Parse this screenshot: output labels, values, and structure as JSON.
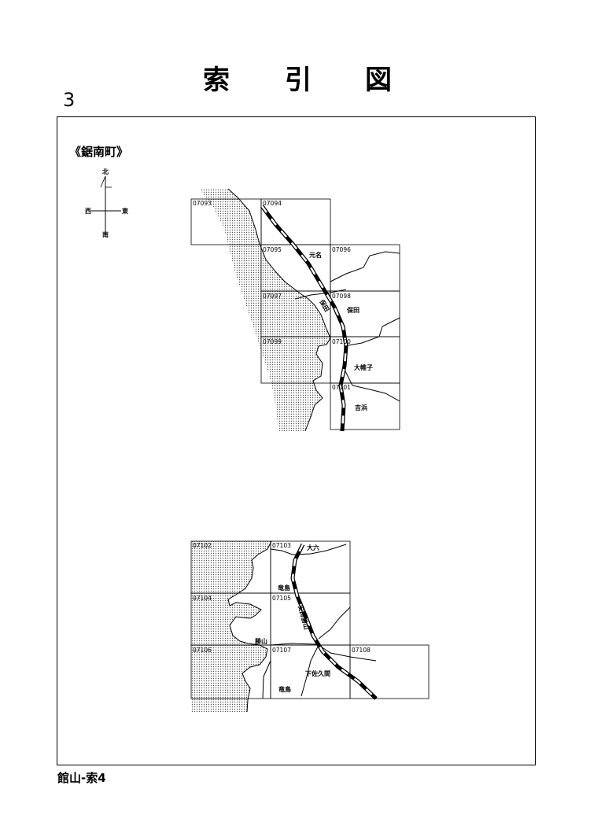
{
  "title_chars": [
    "索",
    "引",
    "図"
  ],
  "page_number": "3",
  "town_name": "《鋸南町》",
  "compass": {
    "north": "北",
    "south": "南",
    "east": "東",
    "west": "西"
  },
  "upper_sheets": [
    "07093",
    "07094",
    "07095",
    "07096",
    "07097",
    "07098",
    "07099",
    "07100",
    "07101"
  ],
  "lower_sheets": [
    "07102",
    "07103",
    "07104",
    "07105",
    "07106",
    "07107",
    "07108"
  ],
  "upper_places": [
    "元名",
    "保田",
    "大帷子",
    "吉浜"
  ],
  "upper_station": "保田",
  "lower_places": [
    "大六",
    "竜島",
    "勝山",
    "下佐久間",
    "竜島"
  ],
  "lower_station": "安房勝山",
  "footer": "館山-索4"
}
